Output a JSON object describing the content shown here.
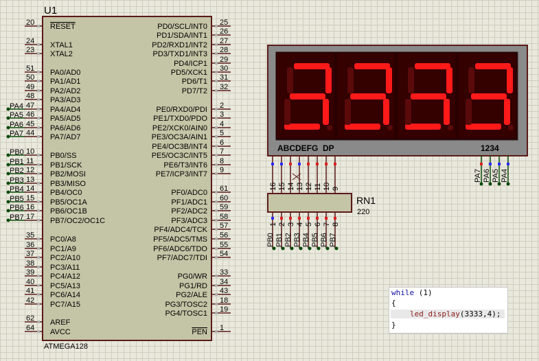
{
  "mcu": {
    "ref": "U1",
    "part": "ATMEGA128",
    "left_pins": [
      {
        "num": "20",
        "name": "RESET",
        "over": true
      },
      {
        "num": "24",
        "name": "XTAL1"
      },
      {
        "num": "23",
        "name": "XTAL2"
      },
      {
        "num": "51",
        "name": "PA0/AD0"
      },
      {
        "num": "50",
        "name": "PA1/AD1"
      },
      {
        "num": "49",
        "name": "PA2/AD2"
      },
      {
        "num": "48",
        "name": "PA3/AD3"
      },
      {
        "num": "47",
        "name": "PA4/AD4"
      },
      {
        "num": "46",
        "name": "PA5/AD5"
      },
      {
        "num": "45",
        "name": "PA6/AD6"
      },
      {
        "num": "44",
        "name": "PA7/AD7"
      },
      {
        "num": "10",
        "name": "PB0/SS"
      },
      {
        "num": "11",
        "name": "PB1/SCK"
      },
      {
        "num": "12",
        "name": "PB2/MOSI"
      },
      {
        "num": "13",
        "name": "PB3/MISO"
      },
      {
        "num": "14",
        "name": "PB4/OC0"
      },
      {
        "num": "15",
        "name": "PB5/OC1A"
      },
      {
        "num": "16",
        "name": "PB6/OC1B"
      },
      {
        "num": "17",
        "name": "PB7/OC2/OC1C"
      },
      {
        "num": "35",
        "name": "PC0/A8"
      },
      {
        "num": "36",
        "name": "PC1/A9"
      },
      {
        "num": "37",
        "name": "PC2/A10"
      },
      {
        "num": "38",
        "name": "PC3/A11"
      },
      {
        "num": "39",
        "name": "PC4/A12"
      },
      {
        "num": "40",
        "name": "PC5/A13"
      },
      {
        "num": "41",
        "name": "PC6/A14"
      },
      {
        "num": "42",
        "name": "PC7/A15"
      },
      {
        "num": "62",
        "name": "AREF"
      },
      {
        "num": "64",
        "name": "AVCC"
      }
    ],
    "right_pins": [
      {
        "num": "25",
        "name": "PD0/SCL/INT0"
      },
      {
        "num": "26",
        "name": "PD1/SDA/INT1"
      },
      {
        "num": "27",
        "name": "PD2/RXD1/INT2"
      },
      {
        "num": "28",
        "name": "PD3/TXD1/INT3"
      },
      {
        "num": "29",
        "name": "PD4/ICP1"
      },
      {
        "num": "30",
        "name": "PD5/XCK1"
      },
      {
        "num": "31",
        "name": "PD6/T1"
      },
      {
        "num": "32",
        "name": "PD7/T2"
      },
      {
        "num": "2",
        "name": "PE0/RXD0/PDI"
      },
      {
        "num": "3",
        "name": "PE1/TXD0/PDO"
      },
      {
        "num": "4",
        "name": "PE2/XCK0/AIN0"
      },
      {
        "num": "5",
        "name": "PE3/OC3A/AIN1"
      },
      {
        "num": "6",
        "name": "PE4/OC3B/INT4"
      },
      {
        "num": "7",
        "name": "PE5/OC3C/INT5"
      },
      {
        "num": "8",
        "name": "PE6/T3/INT6"
      },
      {
        "num": "9",
        "name": "PE7/ICP3/INT7"
      },
      {
        "num": "61",
        "name": "PF0/ADC0"
      },
      {
        "num": "60",
        "name": "PF1/ADC1"
      },
      {
        "num": "59",
        "name": "PF2/ADC2"
      },
      {
        "num": "58",
        "name": "PF3/ADC3"
      },
      {
        "num": "57",
        "name": "PF4/ADC4/TCK"
      },
      {
        "num": "56",
        "name": "PF5/ADC5/TMS"
      },
      {
        "num": "55",
        "name": "PF6/ADC6/TDO"
      },
      {
        "num": "54",
        "name": "PF7/ADC7/TDI"
      },
      {
        "num": "33",
        "name": "PG0/WR"
      },
      {
        "num": "34",
        "name": "PG1/RD"
      },
      {
        "num": "43",
        "name": "PG2/ALE"
      },
      {
        "num": "18",
        "name": "PG3/TOSC2"
      },
      {
        "num": "19",
        "name": "PG4/TOSC1"
      },
      {
        "num": "1",
        "name": "PEN",
        "over": true
      }
    ],
    "net_labels_pa": [
      "PA4",
      "PA5",
      "PA6",
      "PA7"
    ],
    "net_labels_pb": [
      "PB0",
      "PB1",
      "PB2",
      "PB3",
      "PB4",
      "PB5",
      "PB6",
      "PB7"
    ]
  },
  "display": {
    "digits": [
      "3",
      "3",
      "3",
      "3"
    ],
    "segment_label": "ABCDEFG  DP",
    "digit_label": "1234",
    "seg_color": "#ff1a1a",
    "seg_off_color": "#5a0a0a",
    "common_labels": [
      "PA7",
      "PA6",
      "PA5",
      "PA4"
    ]
  },
  "rn1": {
    "ref": "RN1",
    "value": "220",
    "top_pins": [
      "16",
      "15",
      "14",
      "13",
      "12",
      "11",
      "10",
      "9"
    ],
    "bottom_pins": [
      "1",
      "2",
      "3",
      "4",
      "5",
      "6",
      "7",
      "8"
    ],
    "bottom_nets": [
      "PB0",
      "PB1",
      "PB2",
      "PB3",
      "PB4",
      "PB5",
      "PB6",
      "PB7"
    ]
  },
  "code": {
    "line1_kw": "while",
    "line1_rest": " (1)",
    "line2": "{",
    "line3_fn": "led_display",
    "line3_args": "(3333,4);",
    "line4": "}"
  }
}
